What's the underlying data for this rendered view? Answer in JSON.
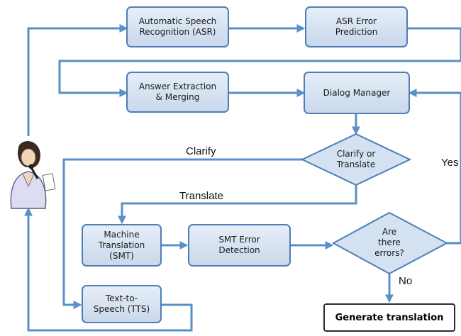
{
  "colors": {
    "box_border": "#4f7eb6",
    "box_fill_top": "#e6eef8",
    "box_fill_bottom": "#c9d8ec",
    "arrow": "#5b8fc9"
  },
  "nodes": {
    "asr": "Automatic Speech\nRecognition (ASR)",
    "asr_error": "ASR Error\nPrediction",
    "answer_extraction": "Answer Extraction\n& Merging",
    "dialog_manager": "Dialog Manager",
    "clarify_or_translate": "Clarify or\nTranslate",
    "smt": "Machine\nTranslation\n(SMT)",
    "smt_error": "SMT Error\nDetection",
    "are_there_errors": "Are\nthere\nerrors?",
    "tts": "Text-to-\nSpeech (TTS)",
    "generate": "Generate translation"
  },
  "edge_labels": {
    "clarify": "Clarify",
    "translate": "Translate",
    "yes": "Yes",
    "no": "No"
  },
  "icons": {
    "user": "person-speaking-into-microphone-icon"
  }
}
